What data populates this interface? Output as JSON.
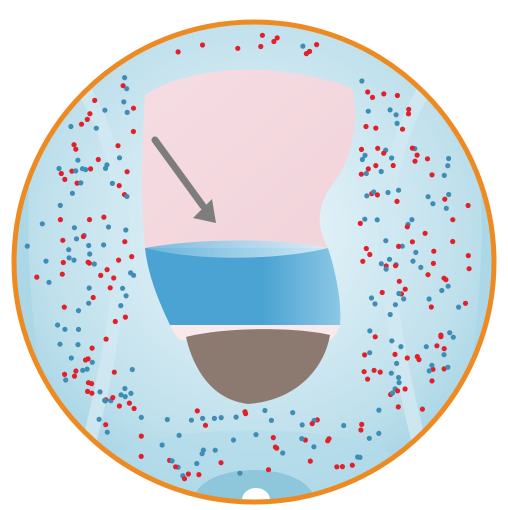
{
  "header": {
    "title_fragment": ""
  },
  "colors": {
    "ring_orange": "#ee8a22",
    "body_light": "#eef7fb",
    "body_mid": "#bfe0ec",
    "body_shadow": "#9ccfe2",
    "stomach_pink_top": "#f6dde3",
    "stomach_pink_mid": "#f1d3da",
    "liquid_blue": "#4aa3d2",
    "liquid_blue_light": "#8cc7e6",
    "solid_brown": "#8c7a70",
    "arrow_gray": "#7d7d7d",
    "dot_red": "#e2202c",
    "dot_blue": "#3f8db5",
    "title_orange": "#f39200"
  },
  "diagram": {
    "layers": [
      "pink-fill-layer",
      "blue-liquid-layer",
      "brown-solid-layer"
    ],
    "arrow_icon": "down-right-arrow-icon"
  }
}
